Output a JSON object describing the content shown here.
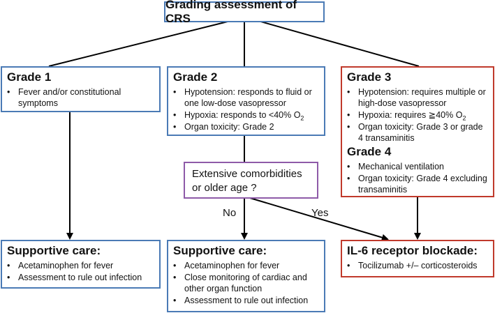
{
  "title": "Grading assessment of CRS",
  "grade1": {
    "heading": "Grade 1",
    "items": [
      "Fever and/or constitutional symptoms"
    ]
  },
  "grade2": {
    "heading": "Grade 2",
    "items": [
      "Hypotension: responds to fluid or one low-dose vasopressor",
      "Hypoxia: responds to <40% O",
      "Organ toxicity: Grade 2"
    ],
    "o2_subscript": "2"
  },
  "grade34": {
    "grade3_heading": "Grade 3",
    "grade3_items": [
      "Hypotension: requires multiple or high-dose vasopressor",
      "Hypoxia: requires ≧40% O",
      "Organ toxicity: Grade 3 or grade 4 transaminitis"
    ],
    "o2_subscript": "2",
    "grade4_heading": "Grade 4",
    "grade4_items": [
      "Mechanical ventilation",
      "Organ toxicity: Grade 4 excluding transaminitis"
    ]
  },
  "question": "Extensive comorbidities or older age ?",
  "labels": {
    "no": "No",
    "yes": "Yes"
  },
  "support1": {
    "heading": "Supportive care:",
    "items": [
      "Acetaminophen for fever",
      "Assessment to rule out infection"
    ]
  },
  "support2": {
    "heading": "Supportive care:",
    "items": [
      "Acetaminophen for fever",
      "Close monitoring of cardiac and other organ function",
      "Assessment to rule out infection"
    ]
  },
  "il6": {
    "heading": "IL-6 receptor blockade:",
    "items": [
      "Tocilizumab +/– corticosteroids"
    ]
  },
  "colors": {
    "blue_border": "#4a7ab5",
    "red_border": "#c0392b",
    "purple_border": "#8e5aa8",
    "arrow": "#000000"
  }
}
